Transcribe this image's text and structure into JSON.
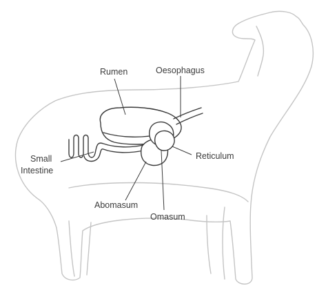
{
  "labels": {
    "rumen": "Rumen",
    "oesophagus": "Oesophagus",
    "small_intestine_line1": "Small",
    "small_intestine_line2": "Intestine",
    "reticulum": "Reticulum",
    "abomasum": "Abomasum",
    "omasum": "Omasum"
  },
  "colors": {
    "outline": "#c4c4c4",
    "organs": "#3a3a3a",
    "background": "#ffffff"
  }
}
